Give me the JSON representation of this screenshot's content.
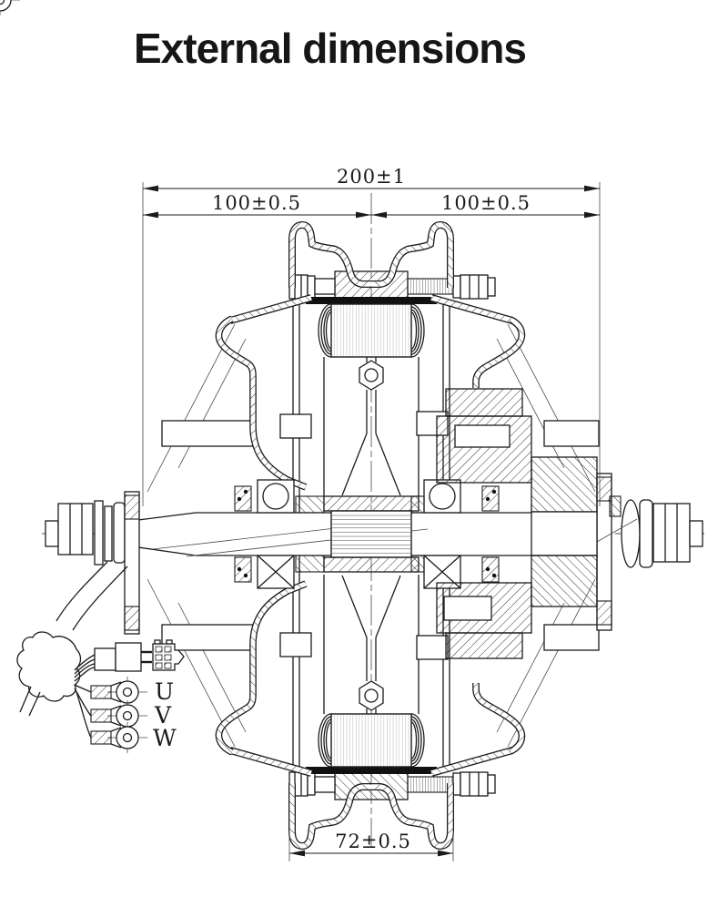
{
  "title": "External dimensions",
  "drawing": {
    "dim_overall": "200±1",
    "dim_left_half": "100±0.5",
    "dim_right_half": "100±0.5",
    "dim_rim_width": "72±0.5",
    "phase_labels": [
      "U",
      "V",
      "W"
    ]
  },
  "colors": {
    "ink": "#1b1b1b",
    "centerline": "#4a4a4a",
    "background": "#ffffff"
  }
}
